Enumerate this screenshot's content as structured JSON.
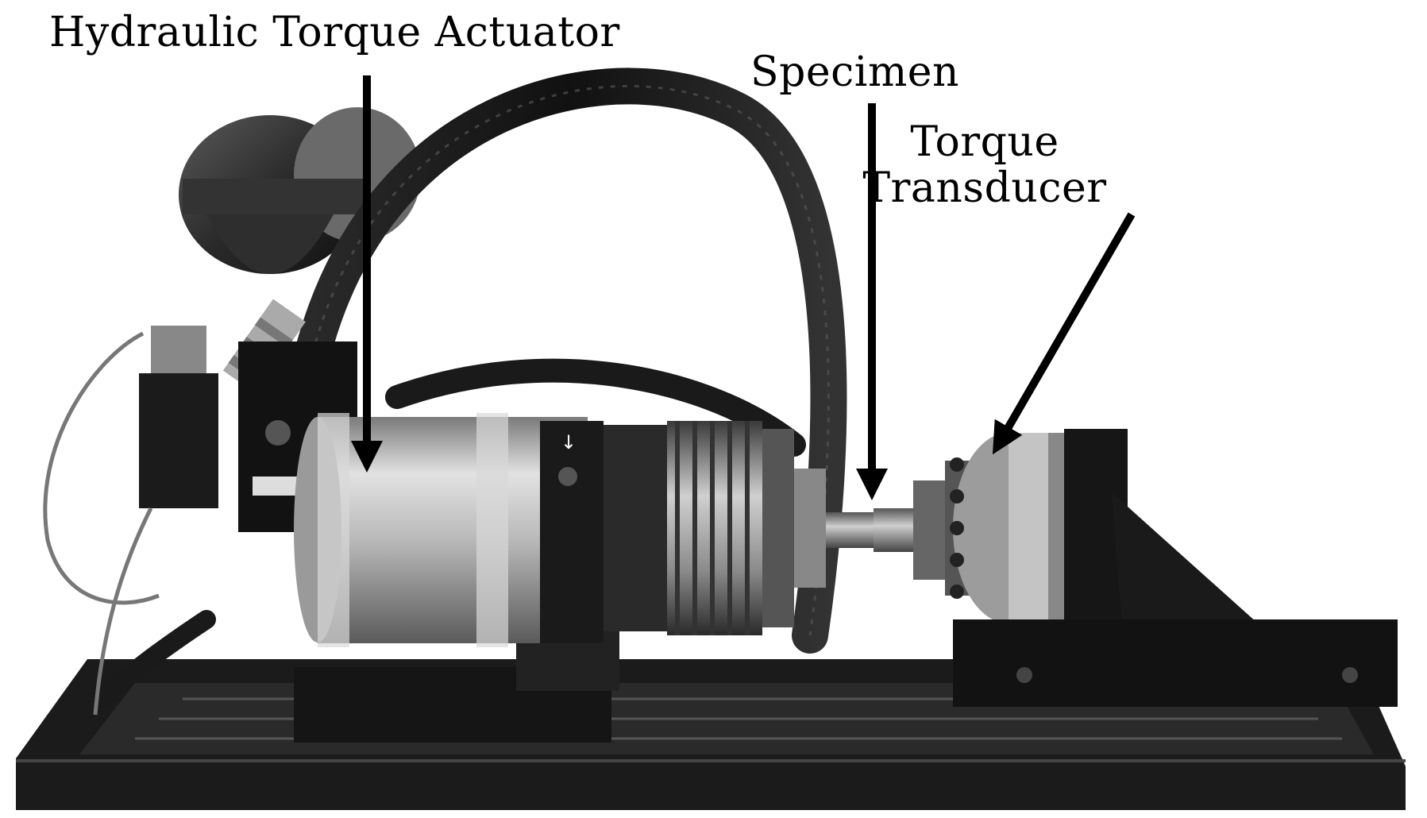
{
  "labels": {
    "actuator": "Hydraulic Torque Actuator",
    "specimen": "Specimen",
    "transducer_line1": "Torque",
    "transducer_line2": "Transducer"
  },
  "colors": {
    "background": "#ffffff",
    "text": "#000000",
    "metal_light": "#c9c9c9",
    "metal_dark": "#1a1a1a"
  }
}
